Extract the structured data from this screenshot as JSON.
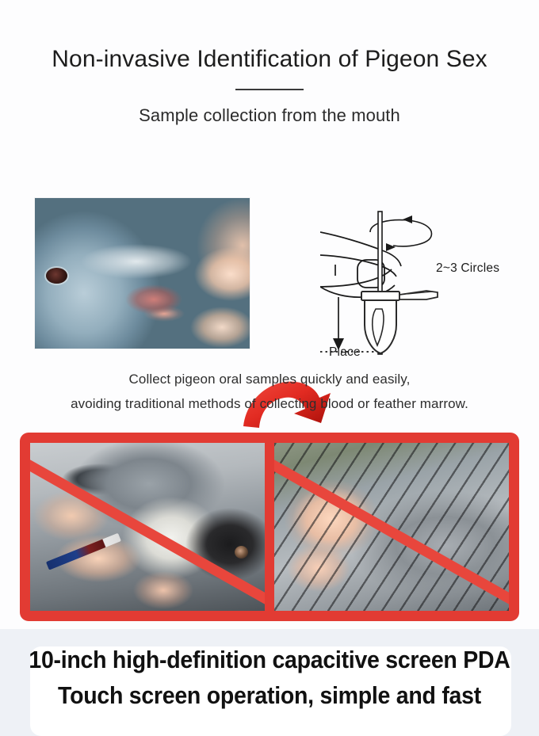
{
  "header": {
    "title": "Non-invasive Identification of Pigeon Sex",
    "subtitle": "Sample collection from the mouth"
  },
  "step_area": {
    "photo_alt": "pigeon-head-open-beak-held-by-fingers",
    "arrow": "red-curved-arrow",
    "diagram": {
      "alt": "hand-rotating-swab-into-collection-tube",
      "rotate_label": "2~3 Circles",
      "place_label": "Place"
    }
  },
  "caption": {
    "line1": "Collect pigeon oral samples quickly and easily,",
    "line2": "avoiding traditional methods of collecting blood or feather marrow."
  },
  "avoid_section": {
    "border_color": "#e23b33",
    "slash_color": "#e8463c",
    "photos": [
      {
        "alt": "drawing-blood-from-pigeon-with-syringe",
        "crossed_out": true
      },
      {
        "alt": "pulling-pigeon-wing-feather-marrow",
        "crossed_out": true
      }
    ]
  },
  "bottom_banner": {
    "line1": "10-inch high-definition capacitive screen PDA",
    "line2": "Touch screen operation, simple and fast",
    "panel_color": "#ffffff",
    "background_color": "#eef1f6"
  }
}
